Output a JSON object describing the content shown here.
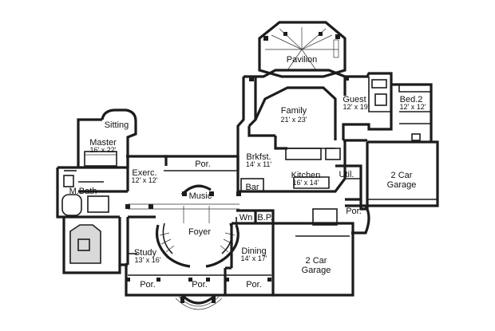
{
  "rooms": {
    "pavilion": {
      "name": "Pavilion"
    },
    "family": {
      "name": "Family",
      "dim": "21' x 23'"
    },
    "guest": {
      "name": "Guest",
      "dim": "12' x 19'"
    },
    "bed2": {
      "name": "Bed.2",
      "dim": "12' x 12'"
    },
    "sitting": {
      "name": "Sitting"
    },
    "master": {
      "name": "Master",
      "dim": "16' x 22'"
    },
    "brkfst": {
      "name": "Brkfst.",
      "dim": "14' x 11'"
    },
    "kitchen": {
      "name": "Kitchen",
      "dim": "16' x 14'"
    },
    "util": {
      "name": "Util."
    },
    "garage_a": {
      "name": "2 Car",
      "name2": "Garage"
    },
    "exerc": {
      "name": "Exerc.",
      "dim": "12' x 12'"
    },
    "por_top": {
      "name": "Por."
    },
    "music": {
      "name": "Music"
    },
    "bar": {
      "name": "Bar"
    },
    "mbath": {
      "name": "M.Bath"
    },
    "por_right": {
      "name": "Por."
    },
    "foyer": {
      "name": "Foyer"
    },
    "wn": {
      "name": "Wn"
    },
    "bp": {
      "name": "B.P."
    },
    "study": {
      "name": "Study",
      "dim": "13' x 16'"
    },
    "dining": {
      "name": "Dining",
      "dim": "14' x 17'"
    },
    "garage_b": {
      "name": "2 Car",
      "name2": "Garage"
    },
    "por_bl": {
      "name": "Por."
    },
    "por_bc": {
      "name": "Por."
    },
    "por_br": {
      "name": "Por."
    }
  }
}
